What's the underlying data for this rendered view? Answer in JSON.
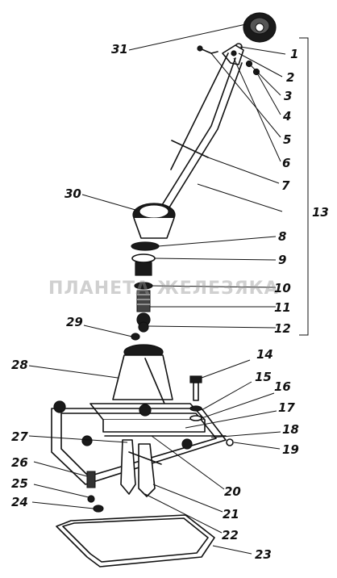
{
  "watermark": "ПЛАНЕТА ЖЕЛЕЗЯКА",
  "callouts": [
    "1",
    "2",
    "3",
    "4",
    "5",
    "6",
    "7",
    "8",
    "9",
    "10",
    "11",
    "12",
    "13",
    "14",
    "15",
    "16",
    "17",
    "18",
    "19",
    "20",
    "21",
    "22",
    "23",
    "24",
    "25",
    "26",
    "27",
    "28",
    "29",
    "30",
    "31"
  ],
  "colors": {
    "ink": "#111111",
    "background": "#ffffff",
    "watermark": "#969696"
  }
}
